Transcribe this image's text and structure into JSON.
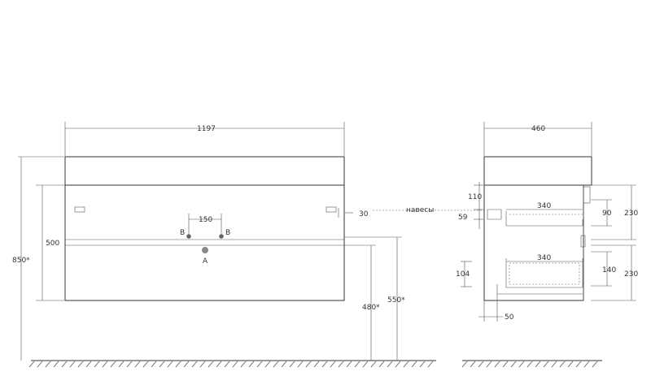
{
  "front": {
    "width": "1197",
    "height_total": "850*",
    "height_body": "500",
    "hole_spacing": "150",
    "label_b_left": "B",
    "label_b_right": "B",
    "label_a": "A",
    "offset_30": "30",
    "mount_label": "навесы",
    "height_480": "480*",
    "height_550": "550*"
  },
  "side": {
    "depth": "460",
    "d110": "110",
    "d59": "59",
    "d340_top": "340",
    "d90": "90",
    "d230_top": "230",
    "d340_bottom": "340",
    "d140": "140",
    "d104": "104",
    "d230_bottom": "230",
    "d50": "50"
  }
}
